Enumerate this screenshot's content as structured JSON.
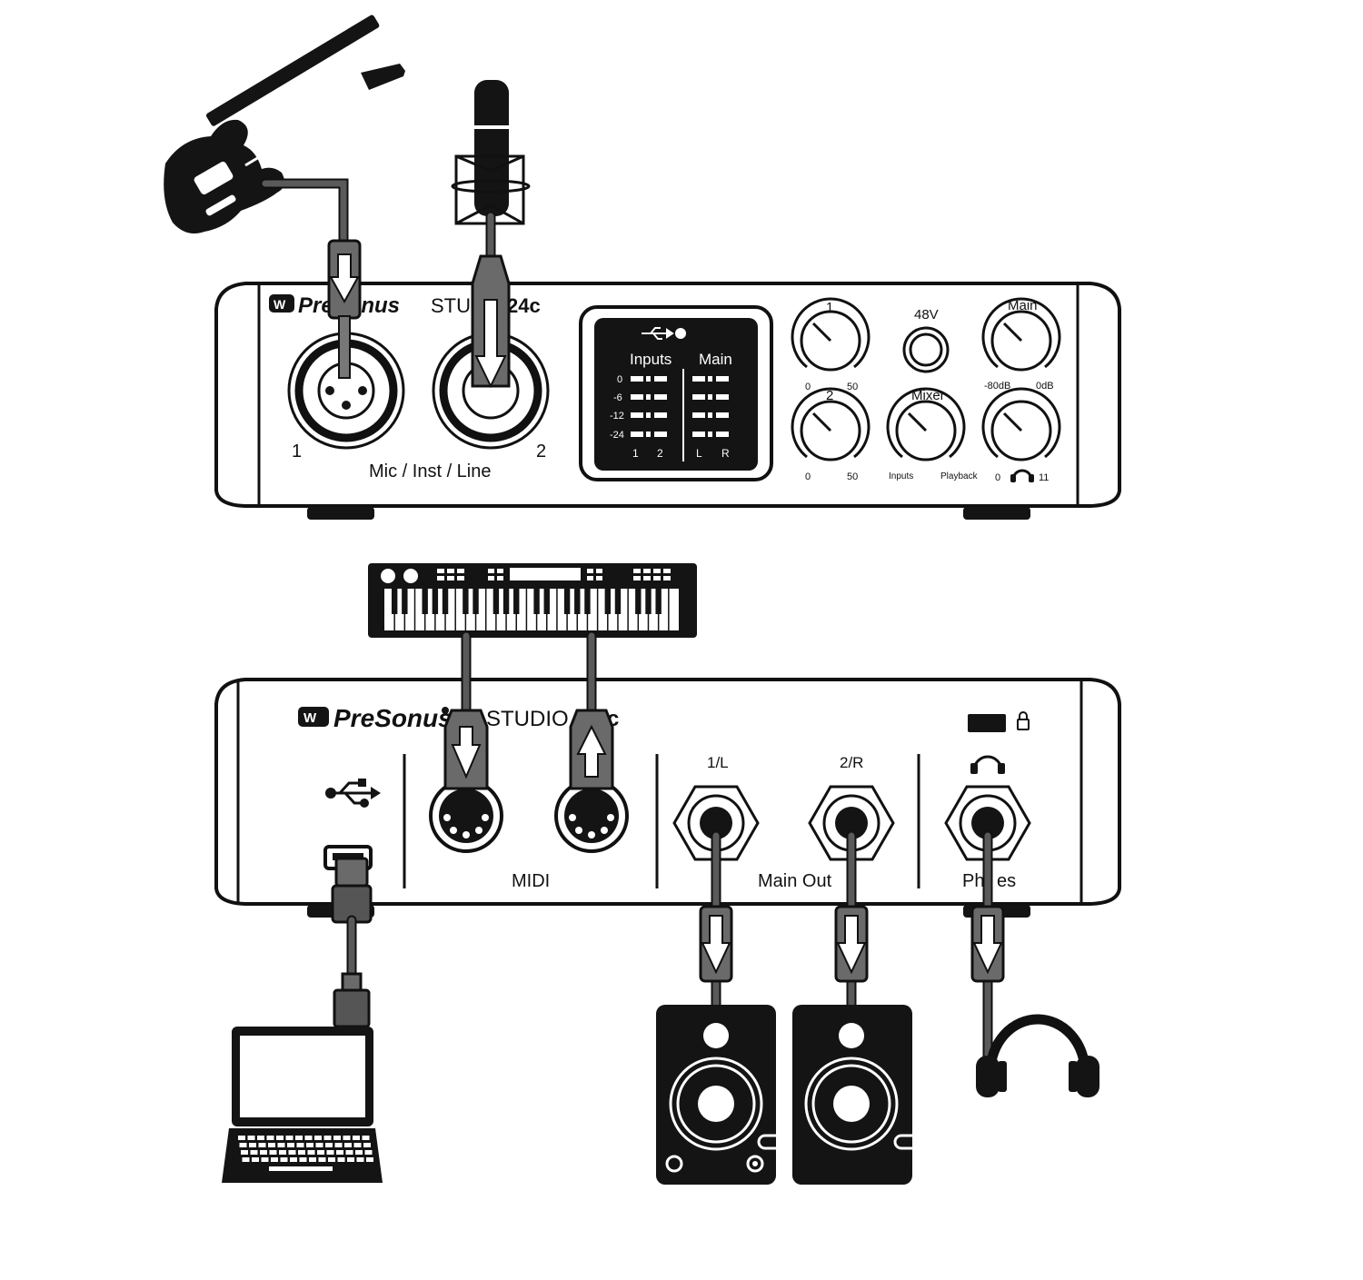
{
  "front_panel": {
    "brand": "PreSonus",
    "model_left": "STU",
    "model_right": "24c",
    "input_1_number": "1",
    "input_2_number": "2",
    "inputs_label": "Mic / Inst / Line",
    "meter_inputs_label": "Inputs",
    "meter_main_label": "Main",
    "meter_levels": [
      "0",
      "-6",
      "-12",
      "-24"
    ],
    "meter_channels_inputs": [
      "1",
      "2"
    ],
    "meter_channels_main": [
      "L",
      "R"
    ],
    "gain1_label": "1",
    "gain2_label": "2",
    "gain_min": "0",
    "gain_max": "50",
    "phantom_label": "48V",
    "main_label": "Main",
    "main_min": "-80dB",
    "main_max": "0dB",
    "mixer_label": "Mixer",
    "mixer_min": "Inputs",
    "mixer_max": "Playback",
    "phones_min": "0",
    "phones_max": "11"
  },
  "rear_panel": {
    "brand": "PreSonus",
    "model_left": "STUDIO",
    "model_right": "c",
    "midi_label": "MIDI",
    "out_1_label": "1/L",
    "out_2_label": "2/R",
    "main_out_label": "Main Out",
    "phones_label_left": "Ph",
    "phones_label_right": "es"
  },
  "icons": [
    "guitar-icon",
    "microphone-icon",
    "usb-icon",
    "midi-keyboard-icon",
    "laptop-icon",
    "studio-monitor-icon",
    "headphones-icon",
    "lock-icon",
    "signal-arrow-icon"
  ],
  "colors": {
    "ink": "#141414",
    "cable": "#5a5a5a",
    "plug": "#6a6a6a",
    "paper": "#ffffff"
  }
}
